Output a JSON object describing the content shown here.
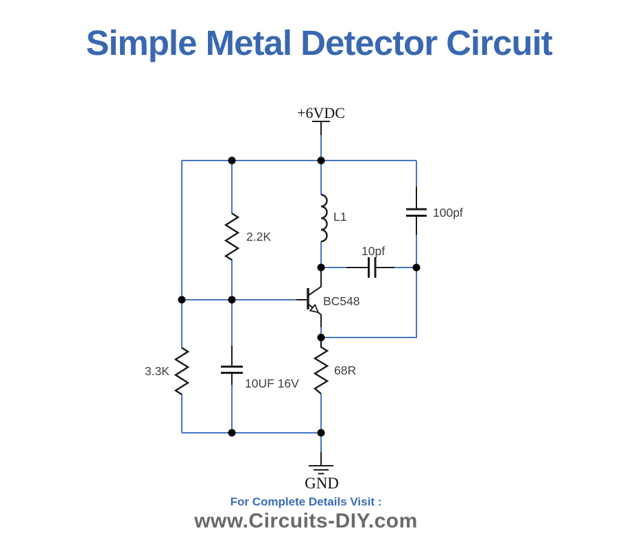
{
  "title": "Simple Metal Detector Circuit",
  "circuit": {
    "power_label": "+6VDC",
    "ground_label": "GND",
    "components": {
      "r_22k": {
        "label": "2.2K",
        "type": "resistor"
      },
      "r_33k": {
        "label": "3.3K",
        "type": "resistor"
      },
      "r_68r": {
        "label": "68R",
        "type": "resistor"
      },
      "c_100pf": {
        "label": "100pf",
        "type": "capacitor"
      },
      "c_10pf": {
        "label": "10pf",
        "type": "capacitor"
      },
      "c_10uf": {
        "label": "10UF 16V",
        "type": "capacitor"
      },
      "l1": {
        "label": "L1",
        "type": "inductor"
      },
      "q1": {
        "label": "BC548",
        "type": "npn-transistor"
      }
    }
  },
  "footer": {
    "line1": "For Complete Details Visit :",
    "line2": "www.Circuits-DIY.com"
  },
  "colors": {
    "title": "#3968b1",
    "wire": "#4575c2",
    "component": "#1a1a1a",
    "label": "#3d3d3d",
    "footer_heading": "#3a6cb7",
    "footer_site": "#6a6a6a",
    "background": "#ffffff"
  }
}
